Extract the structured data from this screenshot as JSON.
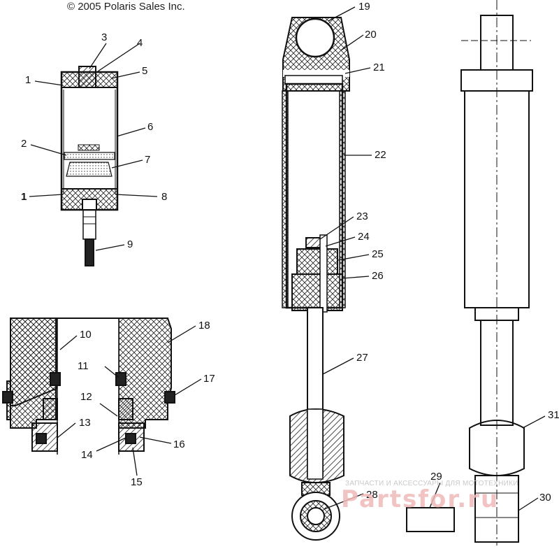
{
  "copyright": "© 2005 Polaris Sales Inc.",
  "callouts": [
    "1",
    "2",
    "3",
    "4",
    "5",
    "6",
    "7",
    "1",
    "8",
    "9",
    "10",
    "11",
    "12",
    "13",
    "14",
    "15",
    "16",
    "17",
    "18",
    "19",
    "20",
    "21",
    "22",
    "23",
    "24",
    "25",
    "26",
    "27",
    "28",
    "29",
    "30",
    "31"
  ],
  "watermark": {
    "tagline": "ЗАПЧАСТИ И АКСЕССУАРЫ ДЛЯ МОТОТЕХНИКИ",
    "brand": "Partsfor.ru"
  },
  "colors": {
    "line": "#111111",
    "watermark": "#e88a8a"
  }
}
